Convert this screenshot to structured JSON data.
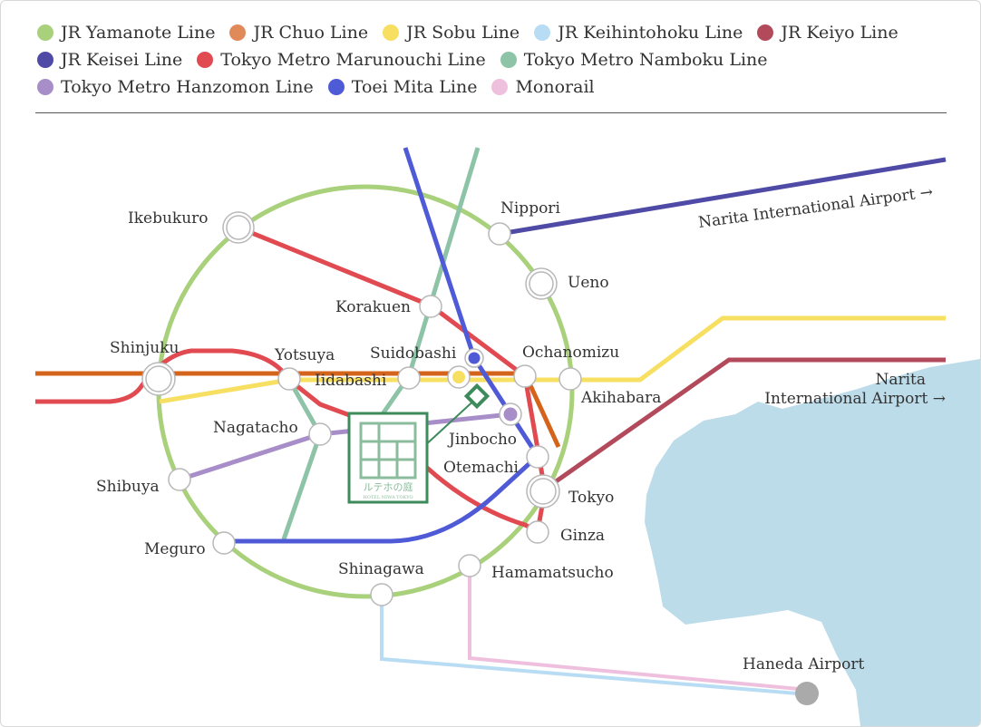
{
  "legend": {
    "rows": [
      [
        {
          "id": "yamanote",
          "label": "JR Yamanote Line",
          "color": "#a9d07b"
        },
        {
          "id": "chuo",
          "label": "JR Chuo Line",
          "color": "#e08a5a"
        },
        {
          "id": "sobu",
          "label": "JR Sobu Line",
          "color": "#f7df62"
        },
        {
          "id": "keihin",
          "label": "JR Keihintohoku Line",
          "color": "#b7dcf3"
        },
        {
          "id": "keiyo",
          "label": "JR Keiyo Line",
          "color": "#b34a5c"
        }
      ],
      [
        {
          "id": "keisei",
          "label": "JR Keisei Line",
          "color": "#4f4aa5"
        },
        {
          "id": "marunouchi",
          "label": "Tokyo Metro Marunouchi Line",
          "color": "#e04a50"
        },
        {
          "id": "namboku",
          "label": "Tokyo Metro Namboku Line",
          "color": "#8dc3a7"
        }
      ],
      [
        {
          "id": "hanzomon",
          "label": "Tokyo Metro Hanzomon Line",
          "color": "#a88ec8"
        },
        {
          "id": "mita",
          "label": "Toei Mita Line",
          "color": "#4f5ad6"
        },
        {
          "id": "monorail",
          "label": "Monorail",
          "color": "#efc0dd"
        }
      ]
    ]
  },
  "map": {
    "colors": {
      "yamanote": "#a9d07b",
      "chuo_stroke": "#d4641c",
      "sobu": "#f7df62",
      "keihin": "#b7dcf3",
      "keiyo": "#b34a5c",
      "keisei": "#4f4aa5",
      "marunouchi": "#e04a50",
      "namboku": "#8dc3a7",
      "hanzomon": "#a88ec8",
      "mita": "#4f5ad6",
      "monorail": "#efc0dd",
      "water": "#bddcea",
      "hotel": "#3d8a5b"
    },
    "stations": {
      "ikebukuro": "Ikebukuro",
      "nippori": "Nippori",
      "ueno": "Ueno",
      "korakuen": "Korakuen",
      "shinjuku": "Shinjuku",
      "yotsuya": "Yotsuya",
      "suidobashi": "Suidobashi",
      "ochanomizu": "Ochanomizu",
      "iidabashi": "Iidabashi",
      "akihabara": "Akihabara",
      "nagatacho": "Nagatacho",
      "jinbocho": "Jinbocho",
      "otemachi": "Otemachi",
      "shibuya": "Shibuya",
      "tokyo": "Tokyo",
      "ginza": "Ginza",
      "meguro": "Meguro",
      "shinagawa": "Shinagawa",
      "hamamatsucho": "Hamamatsucho",
      "haneda": "Haneda Airport"
    },
    "airports": {
      "narita_top": "Narita International Airport →",
      "narita_right_line1": "Narita",
      "narita_right_line2": "International Airport →"
    },
    "hotel": {
      "name_jp": "ルテホの庭",
      "name_en": "HOTEL NIWA TOKYO"
    }
  }
}
